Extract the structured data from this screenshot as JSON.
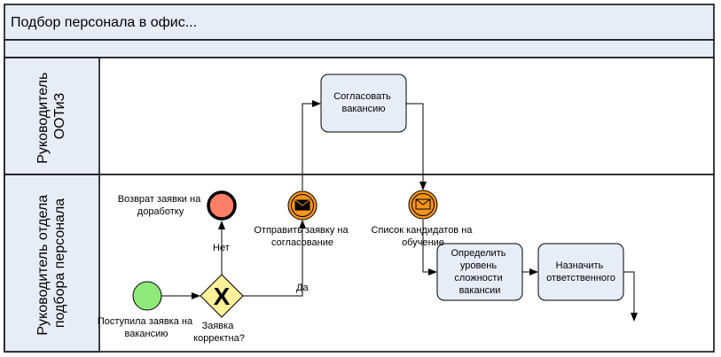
{
  "pool": {
    "title": "Подбор персонала в офис..."
  },
  "lanes": [
    {
      "id": "lane-ootiz",
      "label_lines": [
        "Руководитель",
        "ООТиЗ"
      ]
    },
    {
      "id": "lane-hr",
      "label_lines": [
        "Руководитель отдела",
        "подбора персонала"
      ]
    }
  ],
  "tasks": {
    "approve": {
      "lines": [
        "Согласовать",
        "вакансию"
      ]
    },
    "determine": {
      "lines": [
        "Определить",
        "уровень",
        "сложности",
        "вакансии"
      ]
    },
    "assign": {
      "lines": [
        "Назначить",
        "ответственного"
      ]
    }
  },
  "events": {
    "start": {
      "lines": [
        "Поступила заявка на",
        "вакансию"
      ],
      "type": "start"
    },
    "end_return": {
      "lines": [
        "Возврат заявки на",
        "доработку"
      ],
      "type": "end"
    },
    "send_msg": {
      "lines": [
        "Отправить заявку на",
        "согласование"
      ],
      "type": "intermediate-throw-message"
    },
    "candidates_msg": {
      "lines": [
        "Список кандидатов на",
        "обучение"
      ],
      "type": "intermediate-catch-message"
    }
  },
  "gateway": {
    "lines": [
      "Заявка",
      "корректна?"
    ],
    "type": "exclusive",
    "symbol": "X"
  },
  "flows": {
    "no_label": "Нет",
    "yes_label": "Да"
  },
  "colors": {
    "header_bg": "#e7edf7",
    "lane_label_bg": "#e7edf7",
    "task_bg": "#e7edf7",
    "start_fill": "#8fe87a",
    "end_fill": "#fb7f66",
    "message_event_fill": "#f7941d",
    "gateway_fill": "#fdf29a"
  }
}
